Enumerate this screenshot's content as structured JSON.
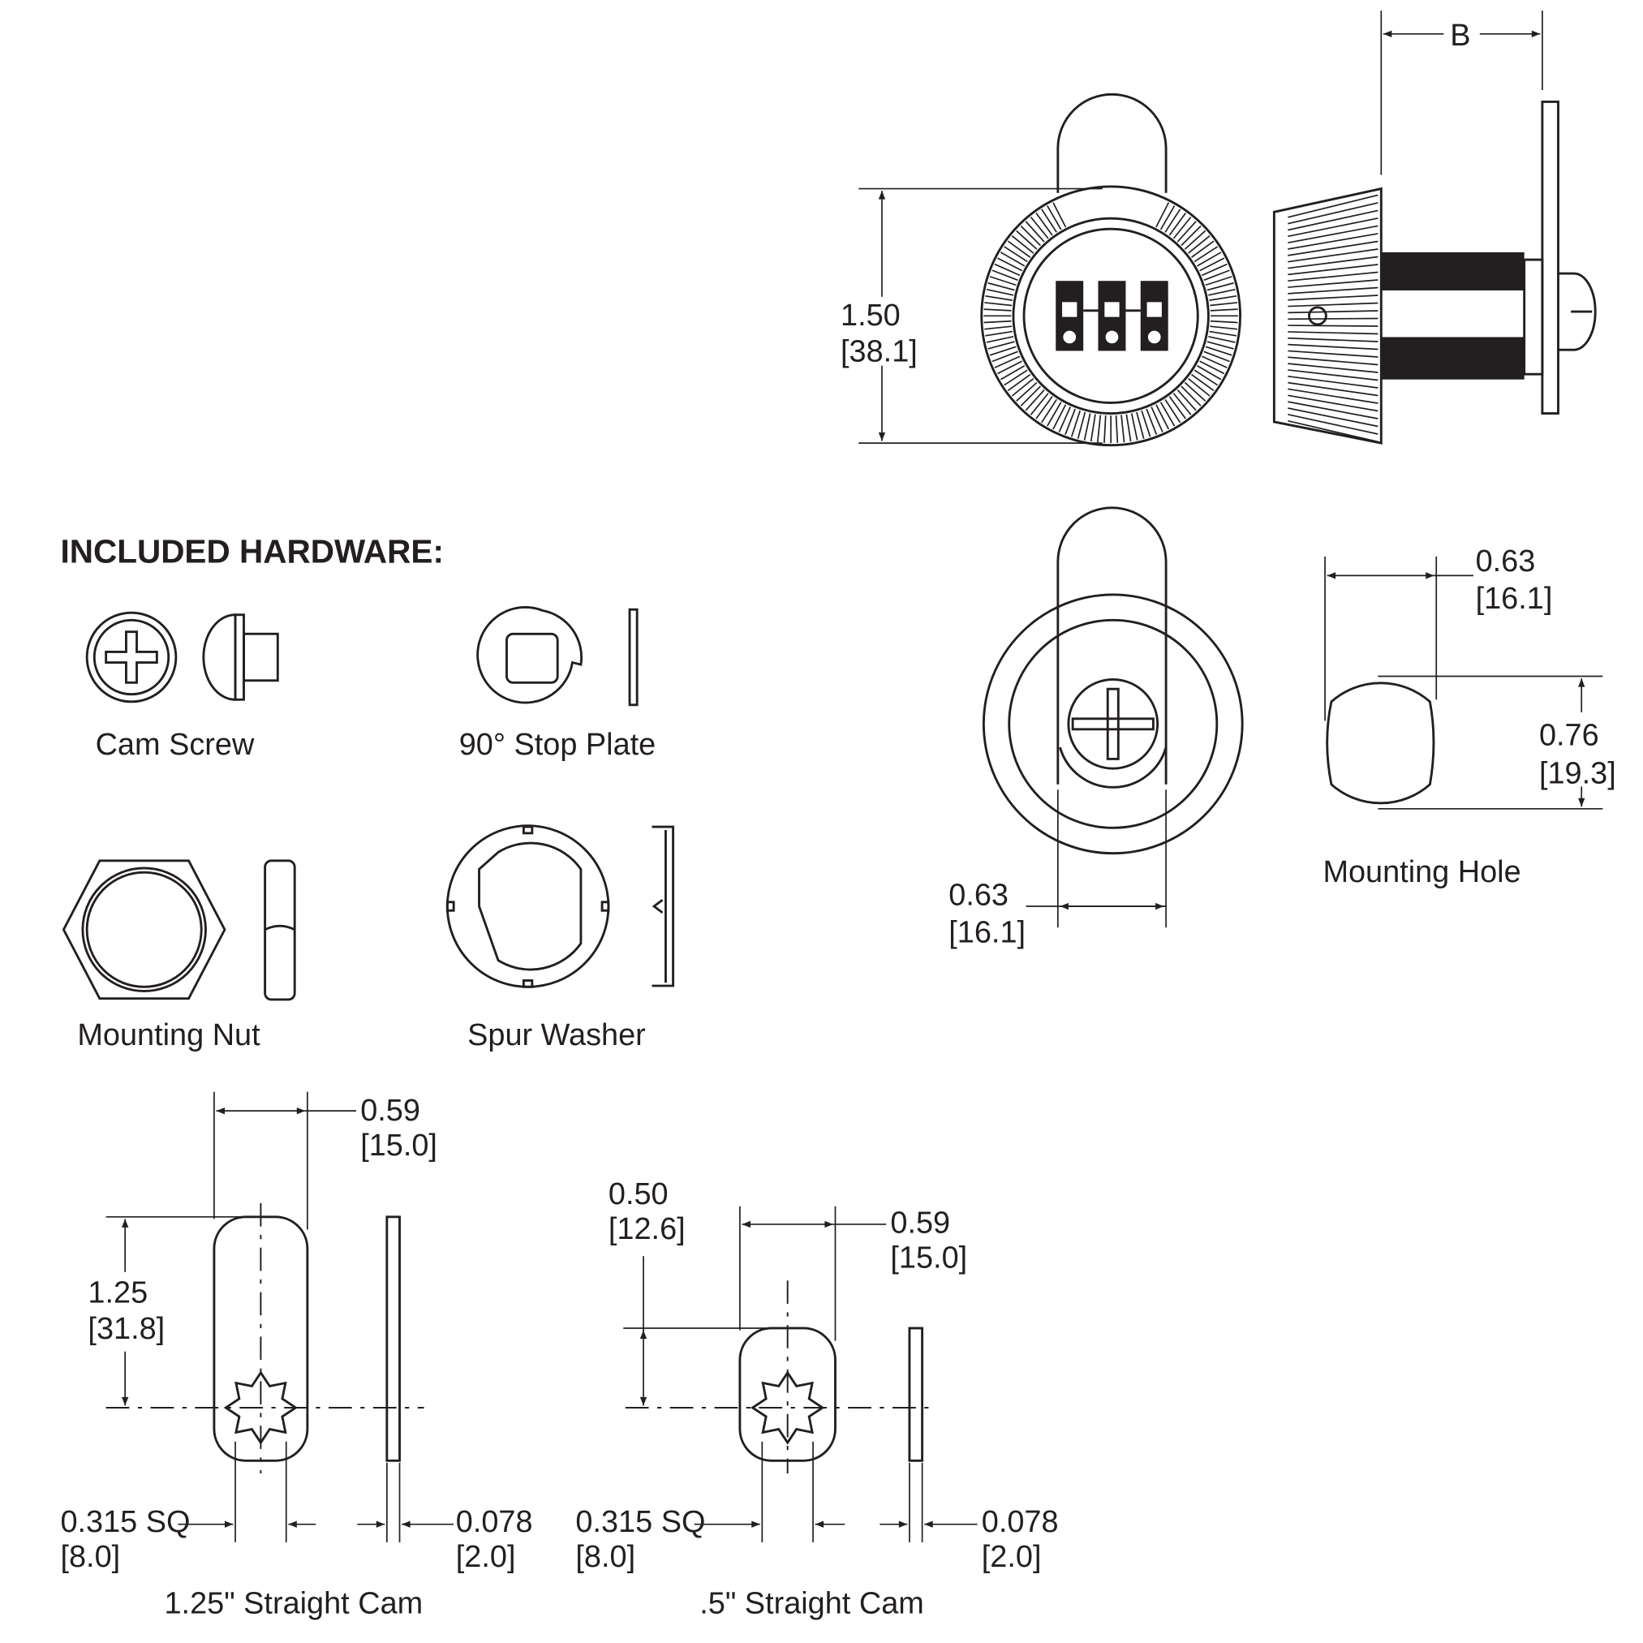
{
  "hardware": {
    "heading": "INCLUDED HARDWARE:",
    "cam_screw": "Cam Screw",
    "stop_plate": "90° Stop Plate",
    "mounting_nut": "Mounting Nut",
    "spur_washer": "Spur Washer"
  },
  "lock": {
    "b_label": "B",
    "height_in": "1.50",
    "height_mm": "[38.1]",
    "shackle_in": "0.63",
    "shackle_mm": "[16.1]"
  },
  "mounting_hole": {
    "label": "Mounting Hole",
    "width_in": "0.63",
    "width_mm": "[16.1]",
    "height_in": "0.76",
    "height_mm": "[19.3]"
  },
  "cam_long": {
    "label": "1.25\" Straight Cam",
    "width_in": "0.59",
    "width_mm": "[15.0]",
    "length_in": "1.25",
    "length_mm": "[31.8]",
    "square_in": "0.315 SQ",
    "square_mm": "[8.0]",
    "thick_in": "0.078",
    "thick_mm": "[2.0]"
  },
  "cam_short": {
    "label": ".5\" Straight Cam",
    "width_in": "0.59",
    "width_mm": "[15.0]",
    "length_in": "0.50",
    "length_mm": "[12.6]",
    "square_in": "0.315 SQ",
    "square_mm": "[8.0]",
    "thick_in": "0.078",
    "thick_mm": "[2.0]"
  }
}
